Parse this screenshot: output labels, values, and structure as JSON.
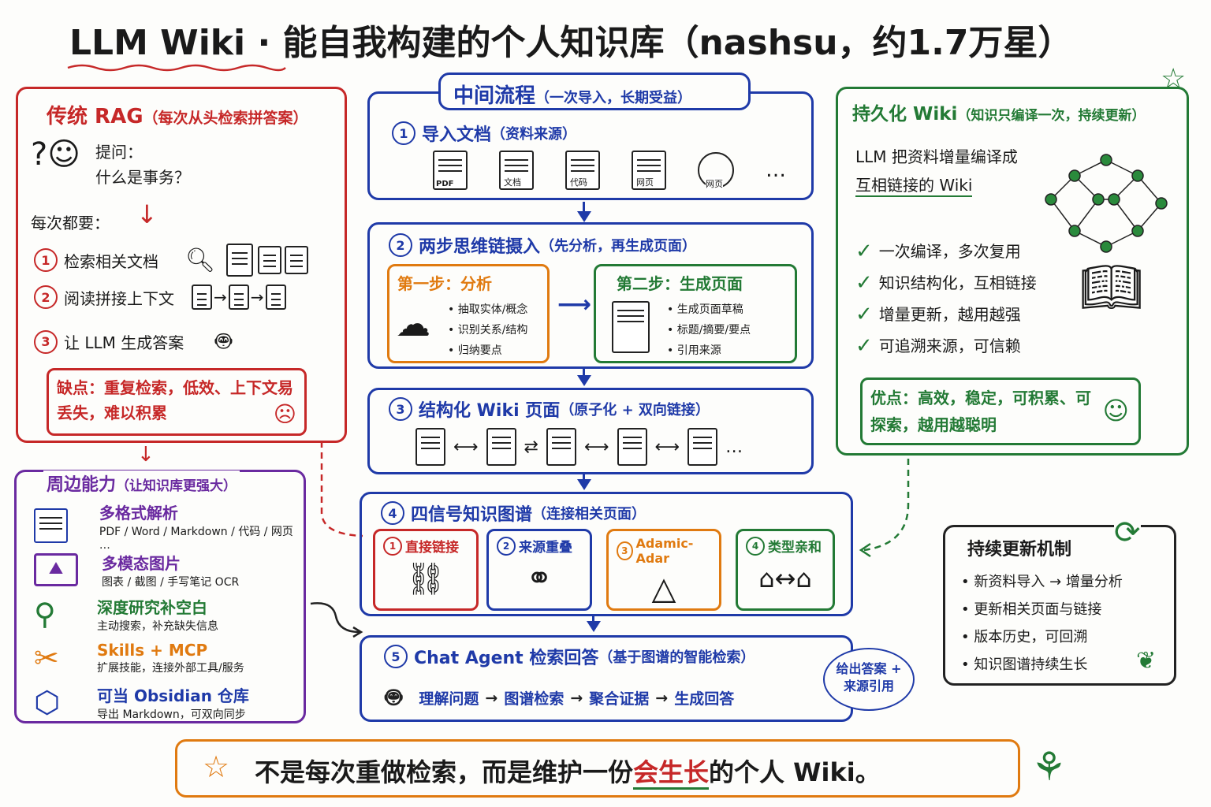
{
  "title": "LLM Wiki · 能自我构建的个人知识库（nashsu，约1.7万星）",
  "left": {
    "header": "传统 RAG",
    "header_sub": "（每次从头检索拼答案）",
    "ask_label": "提问：",
    "ask_q": "什么是事务？",
    "every_time": "每次都要：",
    "steps": [
      "检索相关文档",
      "阅读拼接上下文",
      "让 LLM 生成答案"
    ],
    "cons": "缺点：重复检索，低效、上下文易丢失，难以积累"
  },
  "periph": {
    "header": "周边能力",
    "header_sub": "（让知识库更强大）",
    "items": [
      {
        "title": "多格式解析",
        "desc": "PDF / Word / Markdown / 代码 / 网页 …"
      },
      {
        "title": "多模态图片",
        "desc": "图表 / 截图 / 手写笔记 OCR"
      },
      {
        "title": "深度研究补空白",
        "desc": "主动搜索，补充缺失信息"
      },
      {
        "title": "Skills + MCP",
        "desc": "扩展技能，连接外部工具/服务"
      },
      {
        "title": "可当 Obsidian 仓库",
        "desc": "导出 Markdown，可双向同步"
      }
    ]
  },
  "middle": {
    "header": "中间流程",
    "header_sub": "（一次导入，长期受益）",
    "s1": {
      "title": "导入文档",
      "sub": "（资料来源）",
      "icons": [
        "PDF",
        "文档",
        "代码",
        "网页",
        "网页"
      ],
      "more": "…"
    },
    "s2": {
      "title": "两步思维链摄入",
      "sub": "（先分析，再生成页面）",
      "a_title": "第一步：分析",
      "a_items": [
        "抽取实体/概念",
        "识别关系/结构",
        "归纳要点"
      ],
      "b_title": "第二步：生成页面",
      "b_items": [
        "生成页面草稿",
        "标题/摘要/要点",
        "引用来源"
      ]
    },
    "s3": {
      "title": "结构化 Wiki 页面",
      "sub": "（原子化 + 双向链接）",
      "more": "…"
    },
    "s4": {
      "title": "四信号知识图谱",
      "sub": "（连接相关页面）",
      "signals": [
        "直接链接",
        "来源重叠",
        "Adamic-Adar",
        "类型亲和"
      ]
    },
    "s5": {
      "title": "Chat Agent 检索回答",
      "sub": "（基于图谱的智能检索）",
      "flow": [
        "理解问题",
        "图谱检索",
        "聚合证据",
        "生成回答"
      ],
      "bubble": "给出答案 + 来源引用"
    }
  },
  "right": {
    "header": "持久化 Wiki",
    "header_sub": "（知识只编译一次，持续更新）",
    "desc1": "LLM 把资料增量编译成",
    "desc2": "互相链接的 Wiki",
    "checks": [
      "一次编译，多次复用",
      "知识结构化，互相链接",
      "增量更新，越用越强",
      "可追溯来源，可信赖"
    ],
    "pros": "优点：高效，稳定，可积累、可探索，越用越聪明"
  },
  "update": {
    "header": "持续更新机制",
    "items": [
      "新资料导入 → 增量分析",
      "更新相关页面与链接",
      "版本历史，可回溯",
      "知识图谱持续生长"
    ]
  },
  "footer": {
    "pre": "不是每次重做检索，而是维护一份",
    "hl": "会生长",
    "post": "的个人 Wiki。"
  },
  "colors": {
    "red": "#c62828",
    "blue": "#1f3aa8",
    "green": "#237a35",
    "orange": "#e07a10",
    "purple": "#6a2aa0"
  }
}
